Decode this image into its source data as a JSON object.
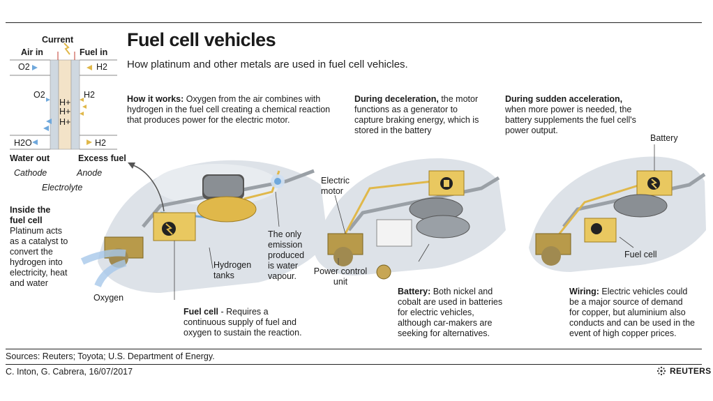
{
  "title": "Fuel cell vehicles",
  "subtitle": "How platinum and other metals are used in fuel cell vehicles.",
  "cell_diagram": {
    "current": "Current",
    "air_in": "Air in",
    "fuel_in": "Fuel in",
    "o2": "O2",
    "h2": "H2",
    "h_plus": "H+",
    "h2o": "H2O",
    "water_out": "Water out",
    "excess_fuel": "Excess fuel",
    "cathode": "Cathode",
    "anode": "Anode",
    "electrolyte": "Electrolyte"
  },
  "inside": {
    "heading": "Inside the fuel cell",
    "body": "Platinum acts as a catalyst to convert the hydrogen into electricity, heat and water"
  },
  "panel1": {
    "heading": "How it works:",
    "body": " Oxygen from the air combines with hydrogen in the fuel cell creating a chemical reaction that produces power for the electric motor.",
    "hydrogen_tanks": "Hydrogen tanks",
    "emission": "The only emission produced is water vapour.",
    "oxygen": "Oxygen",
    "fuel_cell_heading": "Fuel cell",
    "fuel_cell_body": " - Requires a continuous supply of fuel and oxygen to sustain the reaction."
  },
  "panel2": {
    "heading": "During deceleration,",
    "body": " the motor functions as a generator to capture braking energy, which is stored in the battery",
    "electric_motor": "Electric motor",
    "power_control": "Power control unit",
    "battery_heading": "Battery:",
    "battery_body": " Both nickel and cobalt are used in batteries for electric vehicles, although car-makers are seeking for alternatives."
  },
  "panel3": {
    "heading": "During sudden acceleration,",
    "body": " when more power is needed, the battery supplements the fuel cell's power output.",
    "battery": "Battery",
    "fuel_cell": "Fuel cell",
    "wiring_heading": "Wiring:",
    "wiring_body": " Electric vehicles could be a major source of demand for copper, but aluminium also conducts and can be used in the event of high copper prices."
  },
  "footer": {
    "sources": "Sources: Reuters; Toyota; U.S. Department of Energy.",
    "credit": "C. Inton, G. Cabrera, 16/07/2017",
    "brand": "REUTERS"
  },
  "colors": {
    "accent_gold": "#e0b84a",
    "hydrogen_blue": "#6fa8dc",
    "car_body": "#dde2e8",
    "tank_grey": "#777777"
  }
}
